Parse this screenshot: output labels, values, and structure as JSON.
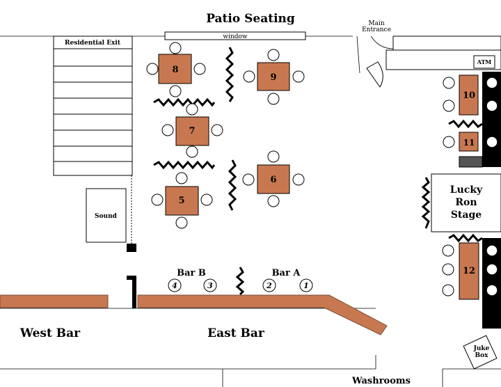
{
  "labels": {
    "patio": "Patio Seating",
    "window": "window",
    "main_entrance_line1": "Main",
    "main_entrance_line2": "Entrance",
    "residential_exit": "Residential Exit",
    "atm": "ATM",
    "sound": "Sound",
    "stage_line1": "Lucky",
    "stage_line2": "Ron",
    "stage_line3": "Stage",
    "bar_b": "Bar B",
    "bar_a": "Bar A",
    "west_bar": "West Bar",
    "east_bar": "East Bar",
    "jukebox_line1": "Juke",
    "jukebox_line2": "Box",
    "washrooms": "Washrooms"
  },
  "tables": {
    "t8": "8",
    "t9": "9",
    "t7": "7",
    "t6": "6",
    "t5": "5",
    "t10": "10",
    "t11": "11",
    "t12": "12"
  },
  "bar_seats": {
    "s4": "4",
    "s3": "3",
    "s2": "2",
    "s1": "1"
  },
  "colors": {
    "table_fill": "#c87850",
    "outline": "#000000",
    "background": "#ffffff"
  }
}
